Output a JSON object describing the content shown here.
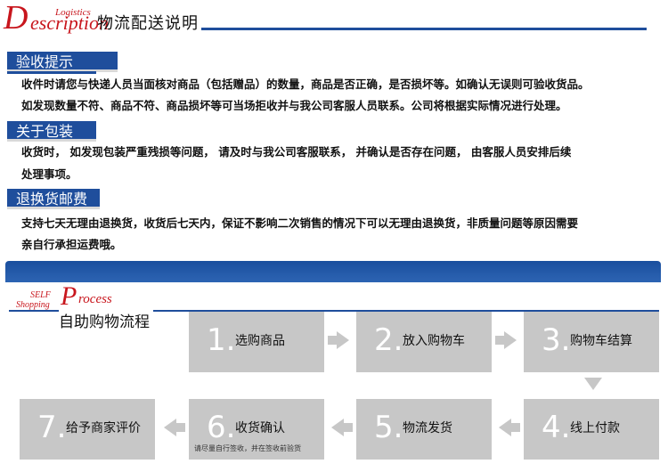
{
  "header": {
    "logo_d": "D",
    "logo_small": "Logistics",
    "logo_word": "escription",
    "title": "物流配送说明"
  },
  "sections": [
    {
      "heading": "验收提示",
      "lines": [
        "收件时请您与快递人员当面核对商品（包括赠品）的数量，商品是否正确，是否损坏等。如确认无误则可验收货品。",
        "如发现数量不符、商品不符、商品损坏等可当场拒收并与我公司客服人员联系。公司将根据实际情况进行处理。"
      ]
    },
    {
      "heading": "关于包装",
      "lines": [
        "收货时，  如发现包装严重残损等问题，  请及时与我公司客服联系，  并确认是否存在问题，  由客服人员安排后续",
        "处理事项。"
      ]
    },
    {
      "heading": "退换货邮费",
      "lines": [
        "支持七天无理由退换货，收货后七天内，保证不影响二次销售的情况下可以无理由退换货，非质量问题等原因需要",
        "亲自行承担运费哦。"
      ]
    }
  ],
  "process": {
    "logo_self": "SELF",
    "logo_shopping": "Shopping",
    "logo_p": "P",
    "logo_rocess": "rocess",
    "title": "自助购物流程",
    "steps": [
      {
        "num": "1.",
        "label": "选购商品"
      },
      {
        "num": "2.",
        "label": "放入购物车"
      },
      {
        "num": "3.",
        "label": "购物车结算"
      },
      {
        "num": "4.",
        "label": "线上付款"
      },
      {
        "num": "5.",
        "label": "物流发货"
      },
      {
        "num": "6.",
        "label": "收货确认",
        "note": "请尽量自行签收，并在签收前验货"
      },
      {
        "num": "7.",
        "label": "给予商家评价"
      }
    ]
  }
}
